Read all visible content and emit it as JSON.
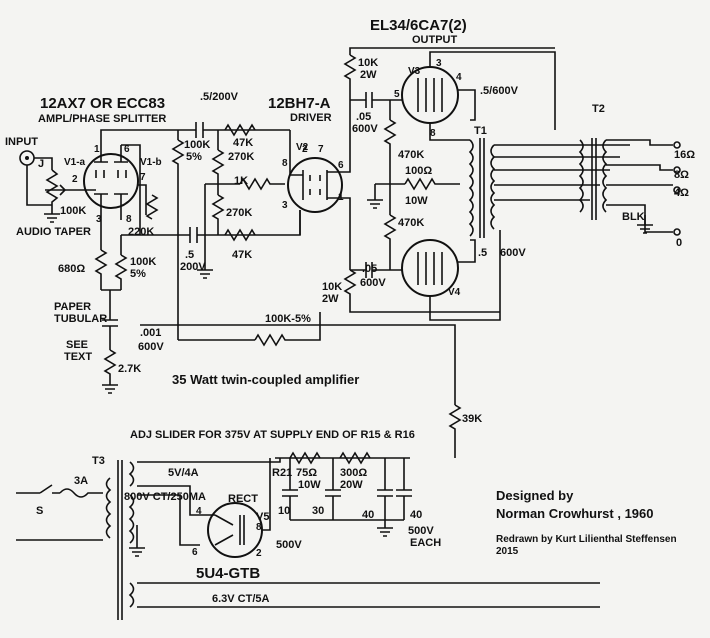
{
  "tubes": {
    "input_stage": "12AX7 OR ECC83",
    "input_stage_role": "AMPL/PHASE SPLITTER",
    "driver": "12BH7-A",
    "driver_role": "DRIVER",
    "output": "EL34/6CA7(2)",
    "output_role": "OUTPUT",
    "rectifier": "5U4-GTB",
    "rect_label": "RECT"
  },
  "refs": {
    "v1a": "V1-a",
    "v1b": "V1-b",
    "v2": "V2",
    "v3": "V3",
    "v4": "V4",
    "v5": "V5",
    "t1": "T1",
    "t2": "T2",
    "t3": "T3",
    "j": "J",
    "s": "S",
    "r21": "R21"
  },
  "input": {
    "label": "INPUT",
    "pot": "100K",
    "taper": "AUDIO TAPER"
  },
  "components": {
    "c_top": ".5/200V",
    "r47k_a": "47K",
    "r270k_a": "270K",
    "r1k": "1K",
    "r270k_b": "270K",
    "r47k_b": "47K",
    "r100k5_a": "100K",
    "r100k5_a_tol": "5%",
    "r220k": "220K",
    "r100k5_b": "100K",
    "r100k5_b_tol": "5%",
    "r680": "680Ω",
    "c_bot": ".5",
    "c_bot_v": "200V",
    "r10k_top": "10K",
    "r10k_top_w": "2W",
    "c05_top": ".05",
    "c05_top_v": "600V",
    "r470k_top": "470K",
    "r100": "100Ω",
    "r100_w": "10W",
    "r470k_bot": "470K",
    "r10k_bot": "10K",
    "r10k_bot_w": "2W",
    "c05_bot": ".05",
    "c05_bot_v": "600V",
    "c5_600_top": ".5/600V",
    "c5_600_bot": ".5",
    "c5_600_bot_v": "600V",
    "fb": "100K-5%",
    "paper": "PAPER",
    "tubular": "TUBULAR",
    "see": "SEE",
    "text": "TEXT",
    "c001": ".001",
    "c001_v": "600V",
    "r27k": "2.7K",
    "r39k": "39K"
  },
  "pins": {
    "v1_1": "1",
    "v1_6": "6",
    "v1_2": "2",
    "v1_7": "7",
    "v1_3": "3",
    "v1_8": "8",
    "v2_8": "8",
    "v2_2a": "2",
    "v2_7": "7",
    "v2_6": "6",
    "v2_3": "3",
    "v2_1": "1",
    "v3_3": "3",
    "v3_4": "4",
    "v3_5": "5",
    "v3_8": "8",
    "v5_4": "4",
    "v5_8": "8",
    "v5_6": "6",
    "v5_2": "2"
  },
  "outputs": {
    "o16": "16Ω",
    "o8": "8Ω",
    "o4": "4Ω",
    "blk": "BLK",
    "zero": "0"
  },
  "power": {
    "adj_note": "ADJ SLIDER FOR 375V AT SUPPLY END OF R15 & R16",
    "fuse": "3A",
    "w5v": "5V/4A",
    "hv": "800V CT/250MA",
    "heater": "6.3V CT/5A",
    "r75": "75Ω",
    "r75_w": "10W",
    "r300": "300Ω",
    "r300_w": "20W",
    "c10": "10",
    "c30": "30",
    "c40a": "40",
    "c40b": "40",
    "v500": "500V",
    "v500_each": "500V",
    "each": "EACH"
  },
  "title": "35 Watt twin-coupled amplifier",
  "credit": {
    "designed_by": "Designed by",
    "designer": "Norman Crowhurst , 1960",
    "redrawn": "Redrawn by Kurt Lilienthal Steffensen",
    "year": "2015"
  }
}
